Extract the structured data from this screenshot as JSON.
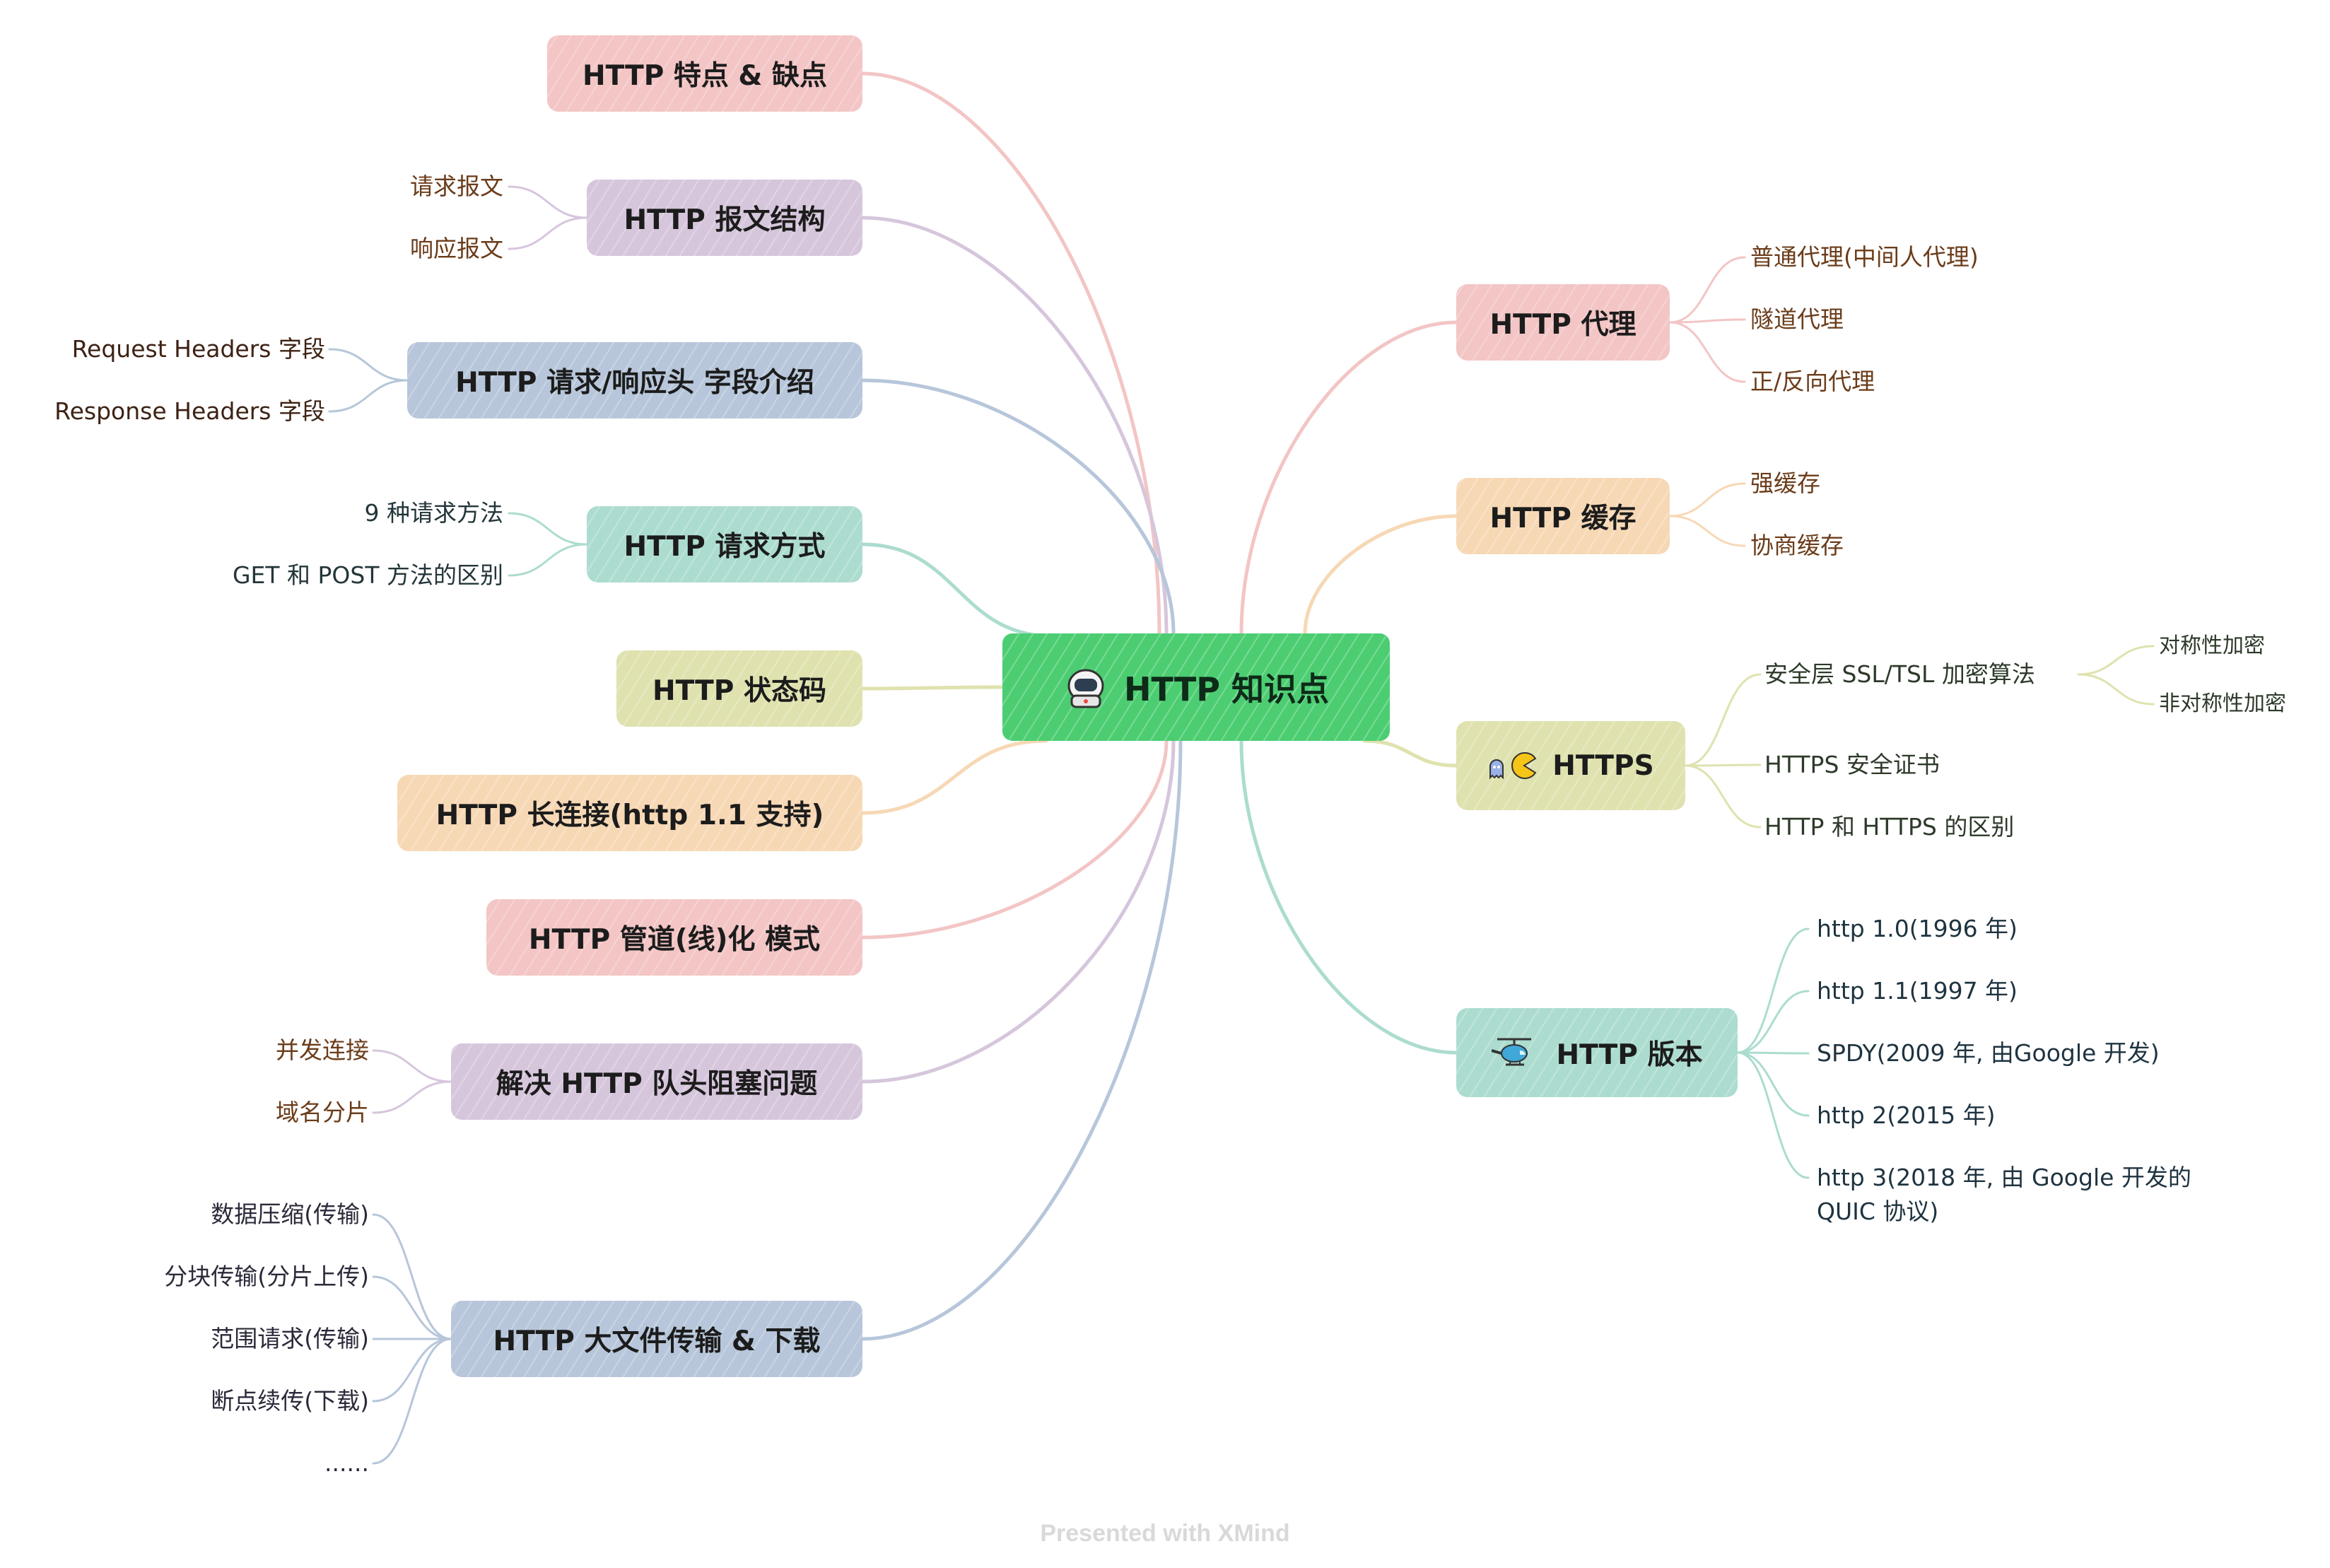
{
  "central": {
    "title": "HTTP 知识点",
    "icon": "astronaut-icon"
  },
  "colors": {
    "central": "#4ccd72",
    "pink": "#f3c5c5",
    "purple": "#d6c6dc",
    "blue": "#b7c6da",
    "teal": "#acdccf",
    "olive": "#dfe2ae",
    "peach": "#f7d8b5"
  },
  "left": [
    {
      "title": "HTTP 特点 & 缺点",
      "children": []
    },
    {
      "title": "HTTP 报文结构",
      "children": [
        "请求报文",
        "响应报文"
      ]
    },
    {
      "title": "HTTP 请求/响应头 字段介绍",
      "children": [
        "Request Headers 字段",
        "Response Headers 字段"
      ]
    },
    {
      "title": "HTTP 请求方式",
      "children": [
        "9 种请求方法",
        "GET 和 POST 方法的区别"
      ]
    },
    {
      "title": "HTTP 状态码",
      "children": []
    },
    {
      "title": "HTTP 长连接(http 1.1 支持)",
      "children": []
    },
    {
      "title": "HTTP 管道(线)化 模式",
      "children": []
    },
    {
      "title": "解决 HTTP 队头阻塞问题",
      "children": [
        "并发连接",
        "域名分片"
      ]
    },
    {
      "title": "HTTP 大文件传输 & 下载",
      "children": [
        "数据压缩(传输)",
        "分块传输(分片上传)",
        "范围请求(传输)",
        "断点续传(下载)",
        "......"
      ]
    }
  ],
  "right": [
    {
      "title": "HTTP 代理",
      "icon": "",
      "children": [
        "普通代理(中间人代理)",
        "隧道代理",
        "正/反向代理"
      ]
    },
    {
      "title": "HTTP 缓存",
      "icon": "",
      "children": [
        "强缓存",
        "协商缓存"
      ]
    },
    {
      "title": "HTTPS",
      "icon": "pacman-icon",
      "children": [
        "安全层 SSL/TSL 加密算法",
        "HTTPS 安全证书",
        "HTTP 和 HTTPS 的区别"
      ],
      "sub": [
        "对称性加密",
        "非对称性加密"
      ]
    },
    {
      "title": "HTTP 版本",
      "icon": "helicopter-icon",
      "children": [
        "http 1.0(1996 年)",
        "http 1.1(1997 年)",
        "SPDY(2009 年, 由Google 开发)",
        "http 2(2015 年)",
        "http 3(2018 年, 由 Google 开发的",
        "QUIC 协议)"
      ]
    }
  ],
  "watermark": "Presented with XMind"
}
